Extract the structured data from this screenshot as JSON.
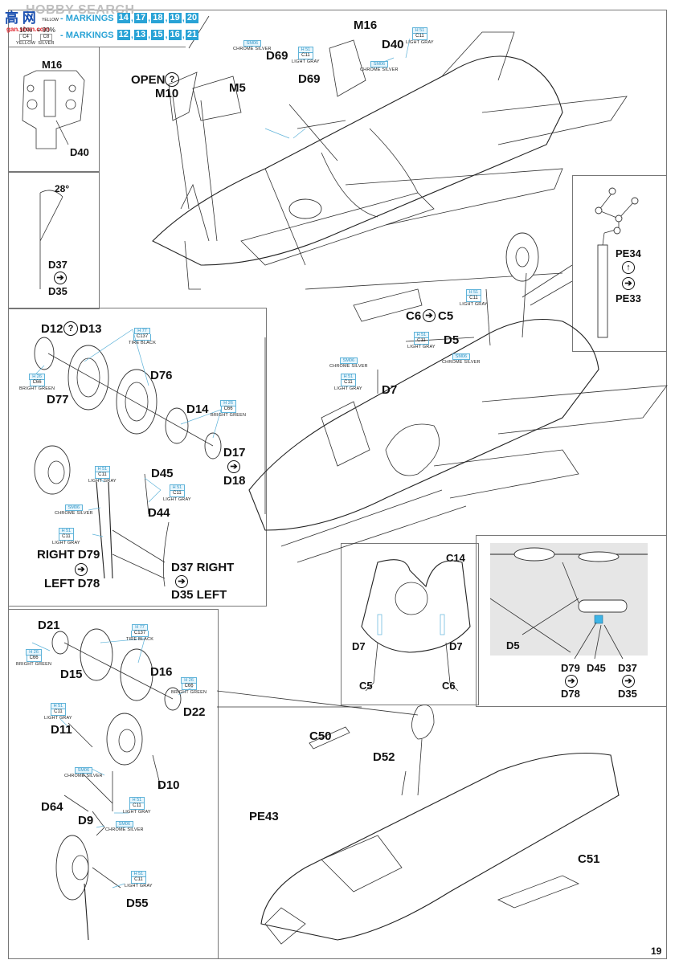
{
  "watermark": {
    "site_text": "HOBBY SEARCH",
    "logo_text": "高 网",
    "url_text": "gan.shan.com"
  },
  "legend": {
    "swatches": [
      {
        "percent": "10%",
        "code": "C4",
        "name": "YELLOW"
      },
      {
        "percent": "+ 90%",
        "code": "C8",
        "name": "SILVER"
      }
    ],
    "rows": [
      {
        "label": "- MARKINGS",
        "numbers": [
          "14",
          "17",
          "18",
          "19",
          "20"
        ]
      },
      {
        "label": "- MARKINGS",
        "numbers": [
          "12",
          "13",
          "15",
          "16",
          "21"
        ]
      }
    ],
    "row1_prefix": "YELLOW"
  },
  "colors": {
    "accent_blue": "#29a3d6",
    "callout_border": "#5fb3d9",
    "line": "#333333",
    "panel_border": "#777777",
    "inset_fill": "#e6e6e6"
  },
  "paints": {
    "chrome_silver": {
      "code": "SM06",
      "name": "CHROME SILVER"
    },
    "light_gray": {
      "code": "H 51",
      "mid": "C11",
      "name": "LIGHT GRAY"
    },
    "tire_black": {
      "code": "H 77",
      "mid": "C137",
      "name": "TIRE BLACK"
    },
    "bright_green": {
      "code": "H 26",
      "mid": "C66",
      "name": "BRIGHT GREEN"
    }
  },
  "panels": {
    "m16_detail": {
      "title": "M16",
      "part": "D40"
    },
    "angle_detail": {
      "angle": "28°",
      "top": "D37",
      "bottom": "D35"
    },
    "pe_detail": {
      "top": "PE34",
      "bottom": "PE33"
    },
    "main_wheel": {
      "labels": [
        "D12",
        "D13",
        "D76",
        "D77",
        "D14",
        "D17",
        "D18",
        "D45",
        "D44",
        "RIGHT D79",
        "LEFT D78",
        "D37 RIGHT",
        "D35 LEFT"
      ]
    },
    "nose_wheel": {
      "labels": [
        "D21",
        "D15",
        "D16",
        "D22",
        "D11",
        "D10",
        "D64",
        "D9",
        "D55"
      ]
    },
    "gear_bay_front": {
      "labels": [
        "C14",
        "D7",
        "D7",
        "C5",
        "C6"
      ]
    },
    "gear_inset": {
      "labels": [
        "D5",
        "D79",
        "D78",
        "D45",
        "D37",
        "D35"
      ]
    }
  },
  "main_labels": {
    "m16": "M16",
    "d40": "D40",
    "d69a": "D69",
    "d69b": "D69",
    "open": "OPEN",
    "m10": "M10",
    "m5": "M5",
    "c6": "C6",
    "c5": "C5",
    "d5": "D5",
    "d7": "D7",
    "c50": "C50",
    "d52": "D52",
    "pe43": "PE43",
    "c51": "C51"
  },
  "page_number": "19"
}
